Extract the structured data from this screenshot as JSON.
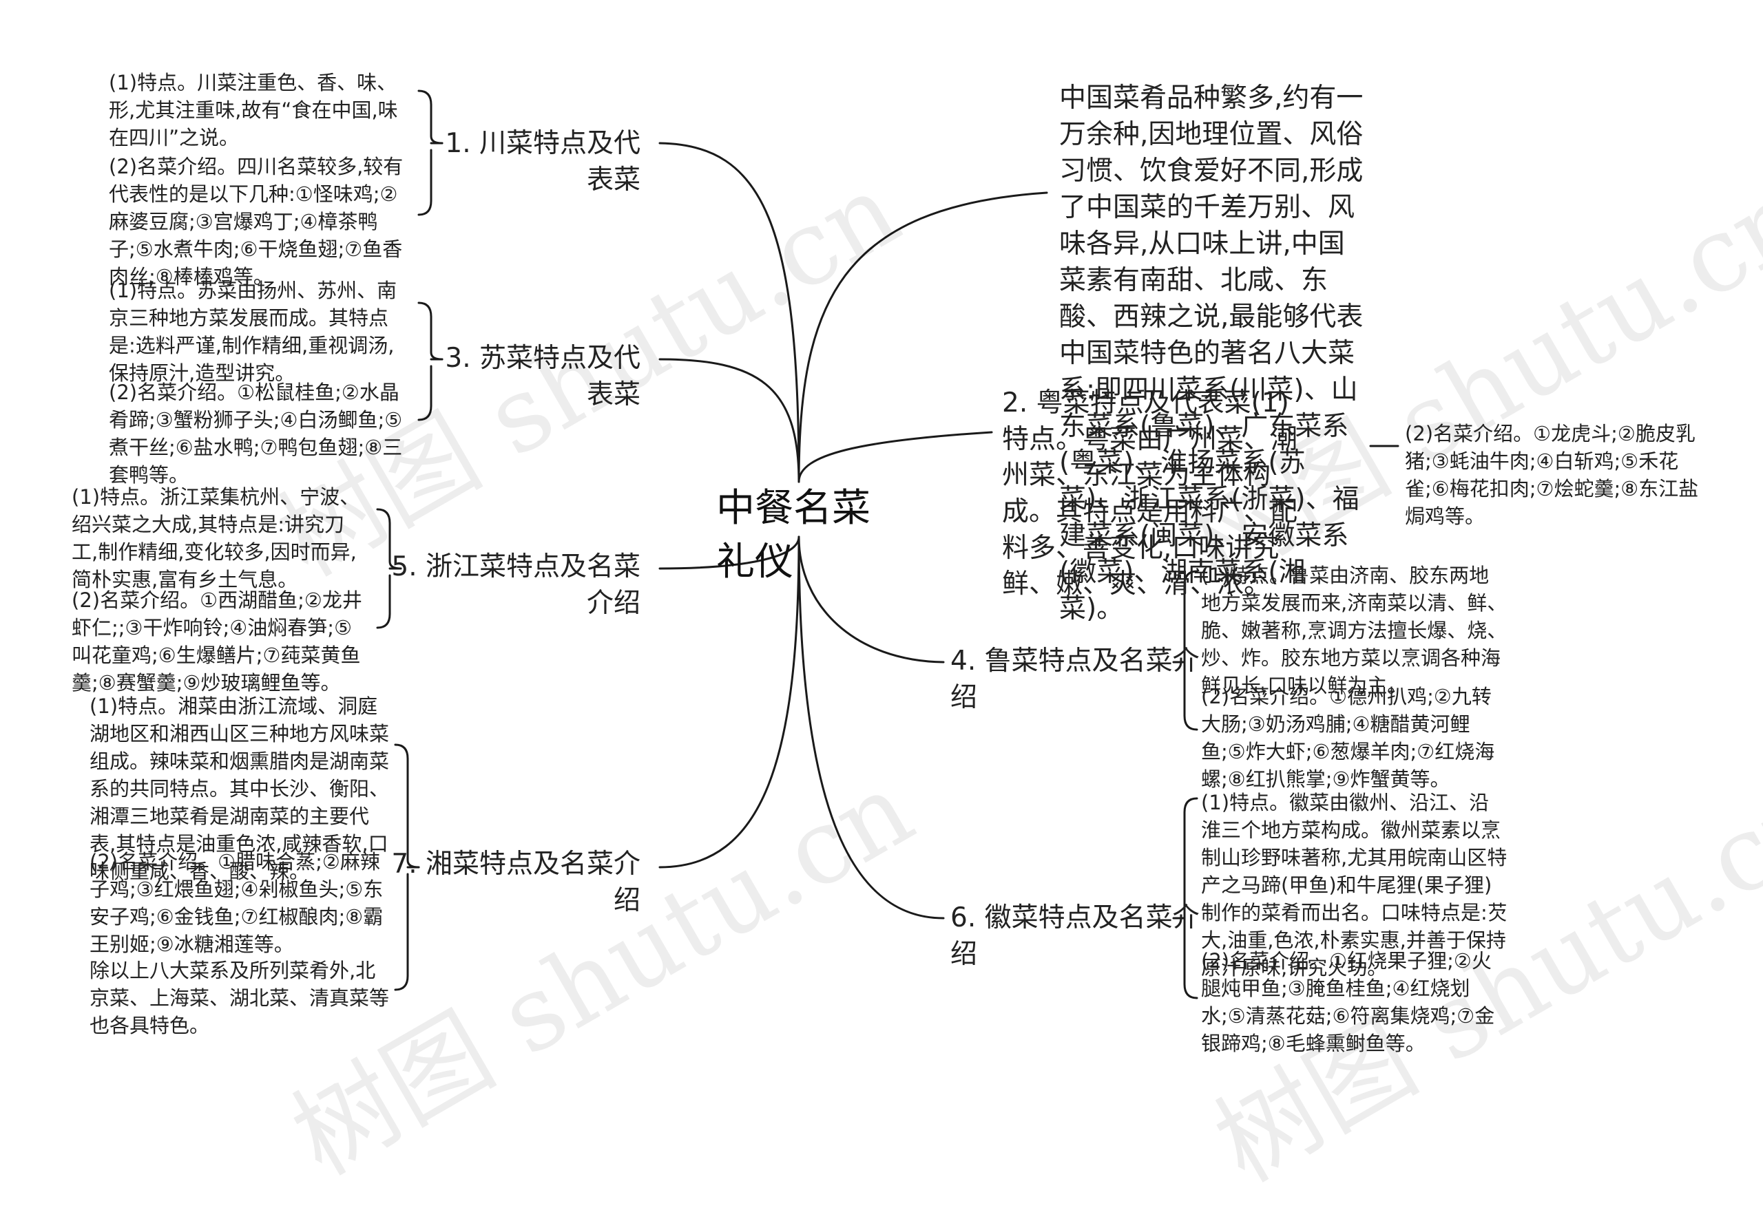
{
  "root": {
    "title": "中餐名菜礼仪"
  },
  "intro": "中国菜肴品种繁多,约有一万余种,因地理位置、风俗习惯、饮食爱好不同,形成了中国菜的千差万别、风味各异,从口味上讲,中国菜素有南甜、北咸、东酸、西辣之说,最能够代表中国菜特色的著名八大菜系:即四川菜系(川菜)、山东菜系(鲁菜)、广东菜系(粤菜)、淮扬菜系(苏菜)、浙江菜系(浙菜)、福建菜系(闽菜)、安徽菜系(徽菜)、湖南菜系(湘菜)。",
  "left": [
    {
      "label": "1. 川菜特点及代表菜",
      "leaves": [
        "(1)特点。川菜注重色、香、味、形,尤其注重味,故有“食在中国,味在四川”之说。",
        "(2)名菜介绍。四川名菜较多,较有代表性的是以下几种:①怪味鸡;②麻婆豆腐;③宫爆鸡丁;④樟茶鸭子;⑤水煮牛肉;⑥干烧鱼翅;⑦鱼香肉丝;⑧棒棒鸡等。"
      ]
    },
    {
      "label": "3. 苏菜特点及代表菜",
      "leaves": [
        "(1)特点。苏菜由扬州、苏州、南京三种地方菜发展而成。其特点是:选料严谨,制作精细,重视调汤,保持原汁,造型讲究。",
        "(2)名菜介绍。①松鼠桂鱼;②水晶肴蹄;③蟹粉狮子头;④白汤鲫鱼;⑤煮干丝;⑥盐水鸭;⑦鸭包鱼翅;⑧三套鸭等。"
      ]
    },
    {
      "label": "5. 浙江菜特点及名菜介绍",
      "leaves": [
        "(1)特点。浙江菜集杭州、宁波、绍兴菜之大成,其特点是:讲究刀工,制作精细,变化较多,因时而异,简朴实惠,富有乡土气息。",
        "(2)名菜介绍。①西湖醋鱼;②龙井虾仁;;③干炸响铃;④油焖春笋;⑤叫花童鸡;⑥生爆鳝片;⑦莼菜黄鱼羹;⑧赛蟹羹;⑨炒玻璃鲤鱼等。"
      ]
    },
    {
      "label": "7. 湘菜特点及名菜介绍",
      "leaves": [
        "(1)特点。湘菜由浙江流域、洞庭湖地区和湘西山区三种地方风味菜组成。辣味菜和烟熏腊肉是湖南菜系的共同特点。其中长沙、衡阳、湘潭三地菜肴是湖南菜的主要代表,其特点是油重色浓,咸辣香软,口味侧重咸、香、酸、辣。",
        "(2)名菜介绍。①腊味合蒸;②麻辣子鸡;③红煨鱼翅;④剁椒鱼头;⑤东安子鸡;⑥金钱鱼;⑦红椒酿肉;⑧霸王别姬;⑨冰糖湘莲等。",
        "除以上八大菜系及所列菜肴外,北京菜、上海菜、湖北菜、清真菜等也各具特色。"
      ]
    }
  ],
  "right": [
    {
      "label": "2. 粤菜特点及代表菜(1)特点。粤菜由广州菜、潮州菜、东江菜为主体构成。其特点是用料广、配料多、善变化,口味讲究鲜、嫩、爽、滑、浓。",
      "leaves": [
        "(2)名菜介绍。①龙虎斗;②脆皮乳猪;③蚝油牛肉;④白斩鸡;⑤禾花雀;⑥梅花扣肉;⑦烩蛇羹;⑧东江盐焗鸡等。"
      ]
    },
    {
      "label": "4. 鲁菜特点及名菜介绍",
      "leaves": [
        "(1)特点。鲁菜由济南、胶东两地地方菜发展而来,济南菜以清、鲜、脆、嫩著称,烹调方法擅长爆、烧、炒、炸。胶东地方菜以烹调各种海鲜见长,口味以鲜为主。",
        "(2)名菜介绍。①德州扒鸡;②九转大肠;③奶汤鸡脯;④糖醋黄河鲤鱼;⑤炸大虾;⑥葱爆羊肉;⑦红烧海螺;⑧红扒熊掌;⑨炸蟹黄等。"
      ]
    },
    {
      "label": "6. 徽菜特点及名菜介绍",
      "leaves": [
        "(1)特点。徽菜由徽州、沿江、沿淮三个地方菜构成。徽州菜素以烹制山珍野味著称,尤其用皖南山区特产之马蹄(甲鱼)和牛尾狸(果子狸)制作的菜肴而出名。口味特点是:芡大,油重,色浓,朴素实惠,并善于保持原汁原味,讲究火功。",
        "(2)名菜介绍。①红烧果子狸;②火腿炖甲鱼;③腌鱼桂鱼;④红烧划水;⑤清蒸花菇;⑥符离集烧鸡;⑦金银蹄鸡;⑧毛蜂熏鲥鱼等。"
      ]
    }
  ],
  "watermark": "树图 shutu.cn",
  "colors": {
    "line": "#1a1a1a",
    "text": "#222222",
    "watermark": "#ececec"
  }
}
